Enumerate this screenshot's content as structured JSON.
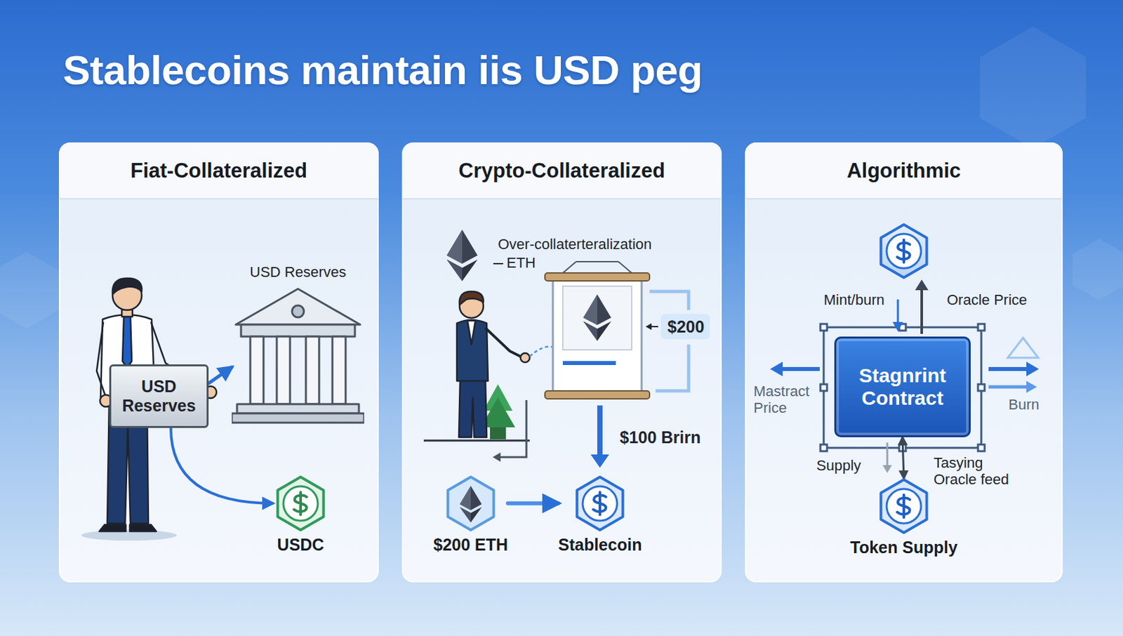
{
  "diagram": {
    "title": "Stablecoins maintain iis USD peg",
    "nodes": [
      {
        "text": [
          "Fiat-Collateralized"
        ]
      },
      {
        "text": [
          "USD Reserves"
        ],
        "in": 0
      },
      {
        "text": [
          "USD Reserves"
        ],
        "in": 0
      },
      {
        "text": [
          "USDC"
        ],
        "in": 0
      },
      {
        "text": [
          "Crypto-Collateralized"
        ]
      },
      {
        "text": [
          "$200 ETH"
        ],
        "in": 4
      },
      {
        "text": [
          "Stablecoin"
        ],
        "in": 4
      },
      {
        "text": [
          "Algorithmic"
        ]
      },
      {
        "text": [
          "Stagnrint Contract"
        ],
        "in": 7
      },
      {
        "text": [
          "Token Supply"
        ],
        "in": 7
      }
    ],
    "edges": [
      {
        "from": 1,
        "to": 3,
        "arrow": "to"
      },
      {
        "from": 1,
        "to": 2,
        "arrow": "to"
      },
      {
        "from": 5,
        "to": 6,
        "arrow": "to"
      },
      {
        "from": 8,
        "to": 9,
        "arrow": "both"
      }
    ],
    "labels": [
      "Over-collaterteralization",
      "ETH",
      "$200",
      "$100 Brirn",
      "Mint/burn",
      "Oracle Price",
      "Mastract Price",
      "Burn",
      "Supply",
      "Tasying Oracle feed"
    ]
  }
}
